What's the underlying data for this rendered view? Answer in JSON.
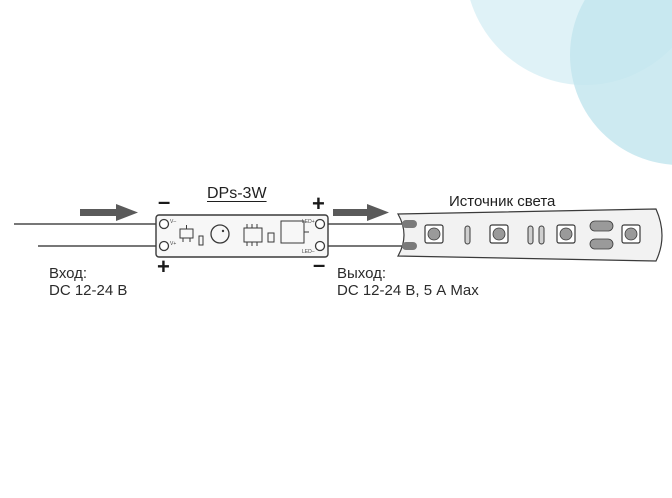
{
  "diagram": {
    "device_title": "DPs-3W",
    "light_source_label": "Источник света",
    "input": {
      "line1": "Вход:",
      "line2": "DC 12-24 В",
      "minus_sign": "–",
      "plus_sign": "+"
    },
    "output": {
      "line1": "Выход:",
      "line2": "DC 12-24 В, 5 А Max",
      "plus_sign": "+",
      "minus_sign": "–"
    },
    "board_pins": {
      "vminus": "V–",
      "vplus": "V+",
      "ledplus": "LED+",
      "ledminus": "LED–"
    }
  },
  "colors": {
    "wire": "#4a4a4a",
    "arrow": "#5a5a5a",
    "board_fill": "#f7f7f7",
    "outline": "#3a3a3a",
    "accent_circle": "#c9eaf1"
  }
}
